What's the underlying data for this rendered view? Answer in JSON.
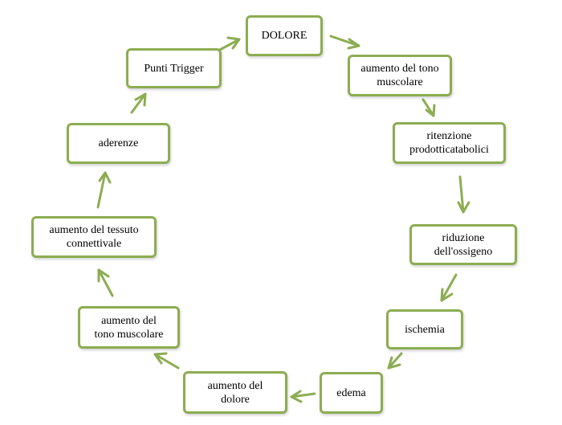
{
  "diagram": {
    "accent_color": "#8cad52",
    "nodes": [
      {
        "id": "dolore",
        "label": "DOLORE"
      },
      {
        "id": "tono1",
        "label": "aumento del tono\nmuscolare"
      },
      {
        "id": "ritenzione",
        "label": "ritenzione\nprodotticatabolici"
      },
      {
        "id": "riduzione",
        "label": "riduzione\ndell'ossigeno"
      },
      {
        "id": "ischemia",
        "label": "ischemia"
      },
      {
        "id": "edema",
        "label": "edema"
      },
      {
        "id": "dolore2",
        "label": "aumento  del\ndolore"
      },
      {
        "id": "tono2",
        "label": "aumento del\ntono muscolare"
      },
      {
        "id": "tessuto",
        "label": "aumento del tessuto\nconnettivale"
      },
      {
        "id": "aderenze",
        "label": "aderenze"
      },
      {
        "id": "trigger",
        "label": "Punti Trigger"
      }
    ],
    "edges": [
      {
        "from": "dolore",
        "to": "tono1"
      },
      {
        "from": "tono1",
        "to": "ritenzione"
      },
      {
        "from": "ritenzione",
        "to": "riduzione"
      },
      {
        "from": "riduzione",
        "to": "ischemia"
      },
      {
        "from": "ischemia",
        "to": "edema"
      },
      {
        "from": "edema",
        "to": "dolore2"
      },
      {
        "from": "dolore2",
        "to": "tono2"
      },
      {
        "from": "tono2",
        "to": "tessuto"
      },
      {
        "from": "tessuto",
        "to": "aderenze"
      },
      {
        "from": "aderenze",
        "to": "trigger"
      },
      {
        "from": "trigger",
        "to": "dolore"
      }
    ]
  }
}
